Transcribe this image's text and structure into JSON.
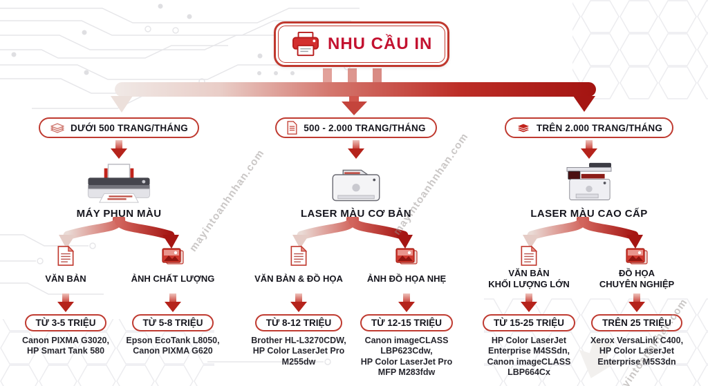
{
  "watermark": {
    "text": "mayintoanhnhan.com"
  },
  "colors": {
    "accent_red": "#C31230",
    "dark_red": "#A51613",
    "mid_red": "#C63C33",
    "light_red": "#EFD9D4",
    "pill_border": "#BF3A30",
    "text_dark": "#15151D",
    "decoration_gray": "#E6E6E9"
  },
  "title": {
    "label": "NHU CẦU IN",
    "icon": "printer-icon"
  },
  "branches": [
    {
      "volume_label": "DƯỚI 500 TRANG/THÁNG",
      "volume_icon": "paper-stack-outline-icon",
      "printer_label": "MÁY PHUN MÀU",
      "printer_icon": "inkjet-printer-illustration",
      "options": [
        {
          "use_case_lines": [
            "VĂN BẢN"
          ],
          "icon": "document-icon",
          "price_label": "TỪ 3-5 TRIỆU",
          "model_lines": [
            "Canon PIXMA G3020,",
            "HP Smart Tank 580"
          ]
        },
        {
          "use_case_lines": [
            "ẢNH CHẤT LƯỢNG"
          ],
          "icon": "photo-icon",
          "price_label": "TỪ 5-8 TRIỆU",
          "model_lines": [
            "Epson EcoTank L8050,",
            "Canon PIXMA G620"
          ]
        }
      ]
    },
    {
      "volume_label": "500 - 2.000 TRANG/THÁNG",
      "volume_icon": "document-page-icon",
      "printer_label": "LASER MÀU CƠ BẢN",
      "printer_icon": "laser-printer-illustration",
      "options": [
        {
          "use_case_lines": [
            "VĂN BẢN & ĐỒ HỌA"
          ],
          "icon": "document-icon",
          "price_label": "TỪ 8-12 TRIỆU",
          "model_lines": [
            "Brother HL-L3270CDW,",
            "HP Color LaserJet Pro",
            "M255dw"
          ]
        },
        {
          "use_case_lines": [
            "ẢNH ĐỒ HỌA NHẸ"
          ],
          "icon": "photo-icon",
          "price_label": "TỪ 12-15 TRIỆU",
          "model_lines": [
            "Canon imageCLASS",
            "LBP623Cdw,",
            "HP Color LaserJet Pro",
            "MFP M283fdw"
          ]
        }
      ]
    },
    {
      "volume_label": "TRÊN 2.000 TRANG/THÁNG",
      "volume_icon": "paper-stack-solid-icon",
      "printer_label": "LASER MÀU CAO CẤP",
      "printer_icon": "mfp-printer-illustration",
      "options": [
        {
          "use_case_lines": [
            "VĂN BẢN",
            "KHỐI LƯỢNG LỚN"
          ],
          "icon": "document-icon",
          "price_label": "TỪ 15-25 TRIỆU",
          "model_lines": [
            "HP Color LaserJet",
            "Enterprise M4SSdn,",
            "Canon imageCLASS",
            "LBP664Cx"
          ]
        },
        {
          "use_case_lines": [
            "ĐỒ HỌA",
            "CHUYÊN NGHIỆP"
          ],
          "icon": "photo-icon",
          "price_label": "TRÊN 25 TRIỆU",
          "model_lines": [
            "Xerox VersaLink C400,",
            "HP Color LaserJet",
            "Enterprise M5S3dn"
          ]
        }
      ]
    }
  ]
}
